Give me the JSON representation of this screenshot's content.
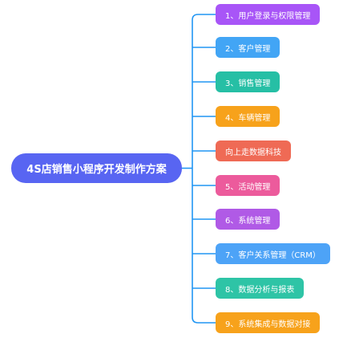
{
  "root": {
    "label": "4S店销售小程序开发制作方案",
    "color": "#5865F2"
  },
  "connector_color": "#2196F3",
  "nodes": [
    {
      "label": "1、用户登录与权限管理",
      "color": "#A855F7"
    },
    {
      "label": "2、客户管理",
      "color": "#42A5F5"
    },
    {
      "label": "3、销售管理",
      "color": "#26BFA5"
    },
    {
      "label": "4、车辆管理",
      "color": "#F7A21B"
    },
    {
      "label": "向上走数据科技",
      "color": "#EF6A55"
    },
    {
      "label": "5、活动管理",
      "color": "#EC5B9C"
    },
    {
      "label": "6、系统管理",
      "color": "#B05AE6"
    },
    {
      "label": "7、客户关系管理（CRM）",
      "color": "#4DA3F7"
    },
    {
      "label": "8、数据分析与报表",
      "color": "#2EC4A6"
    },
    {
      "label": "9、系统集成与数据对接",
      "color": "#F7A21B"
    }
  ]
}
